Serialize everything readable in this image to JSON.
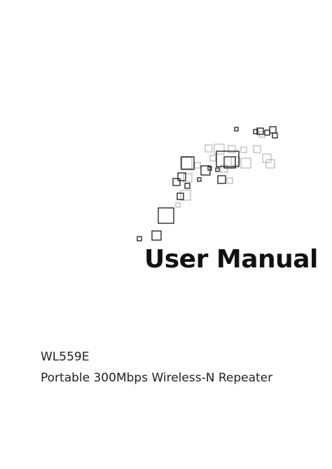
{
  "cover": {
    "title": "User Manual",
    "model": "WL559E",
    "product_name": "Portable 300Mbps Wireless-N Repeater"
  },
  "decoration": {
    "name": "scattered-squares-graphic",
    "dark_color": "#1a1a1a",
    "light_color": "#a8a8a8"
  }
}
